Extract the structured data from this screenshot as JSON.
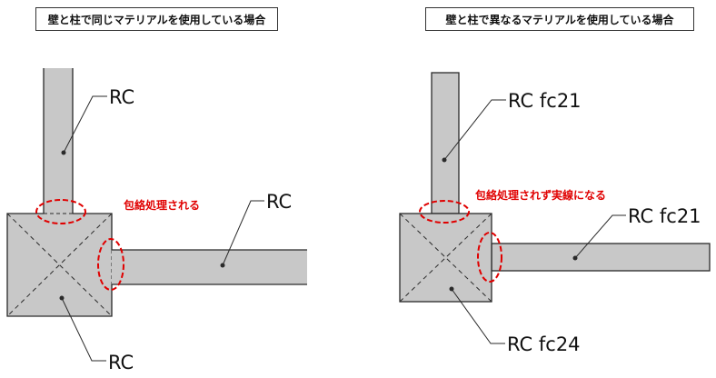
{
  "panels": [
    {
      "caption": "壁と柱で同じマテリアルを使用している場合",
      "wall_vertical_label": "RC",
      "wall_horizontal_label": "RC",
      "column_label": "RC",
      "note": "包絡処理される"
    },
    {
      "caption": "壁と柱で異なるマテリアルを使用している場合",
      "wall_vertical_label": "RC fc21",
      "wall_horizontal_label": "RC fc21",
      "column_label": "RC fc24",
      "note": "包絡処理されず実線になる"
    }
  ],
  "colors": {
    "element_fill": "#c8c8c8",
    "outline": "#2a2a2a",
    "highlight": "#e00000"
  }
}
